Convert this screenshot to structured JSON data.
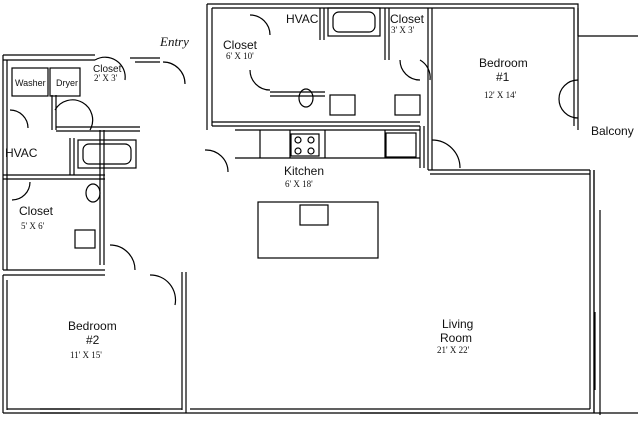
{
  "floor_plan": {
    "labels": {
      "entry": "Entry",
      "closet_entry": "Closet",
      "closet_entry_dim": "6' X 10'",
      "hvac_top": "HVAC",
      "closet_top_right": "Closet",
      "closet_top_right_dim": "3' X 3'",
      "closet_laundry": "Closet",
      "closet_laundry_dim": "2' X 3'",
      "washer": "Washer",
      "dryer": "Dryer",
      "hvac_left": "HVAC",
      "closet_left": "Closet",
      "closet_left_dim": "5' X 6'",
      "bedroom1_name": "Bedroom",
      "bedroom1_num": "#1",
      "bedroom1_dim": "12' X 14'",
      "balcony": "Balcony",
      "kitchen_name": "Kitchen",
      "kitchen_dim": "6' X 18'",
      "bedroom2_name": "Bedroom",
      "bedroom2_num": "#2",
      "bedroom2_dim": "11' X 15'",
      "living_name": "Living",
      "living_name2": "Room",
      "living_dim": "21' X 22'"
    }
  }
}
